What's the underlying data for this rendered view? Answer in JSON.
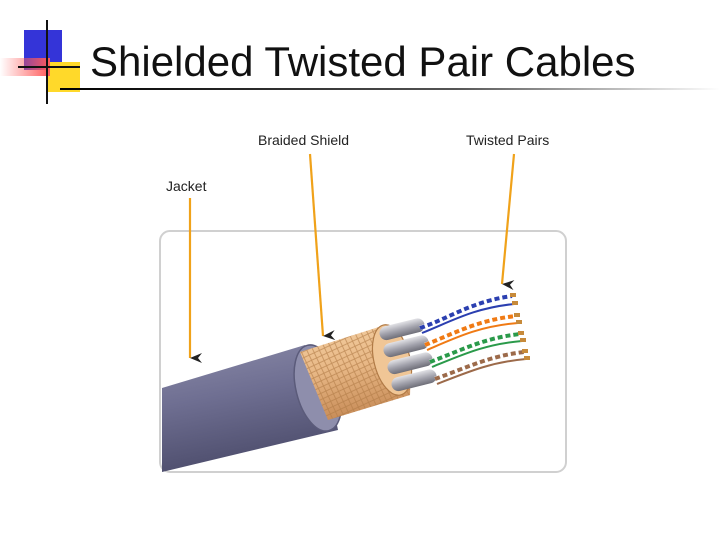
{
  "slide": {
    "title": "Shielded Twisted Pair Cables"
  },
  "callouts": {
    "jacket": "Jacket",
    "braided_shield": "Braided Shield",
    "twisted_pairs": "Twisted Pairs"
  },
  "colors": {
    "jacket": "#6f6f92",
    "braid": "#e8b886",
    "arrow": "#f0a21a",
    "pair_blue": "#2b3fb0",
    "pair_orange": "#f07a14",
    "pair_green": "#2a9a4a",
    "pair_brown": "#9c6a4a"
  }
}
